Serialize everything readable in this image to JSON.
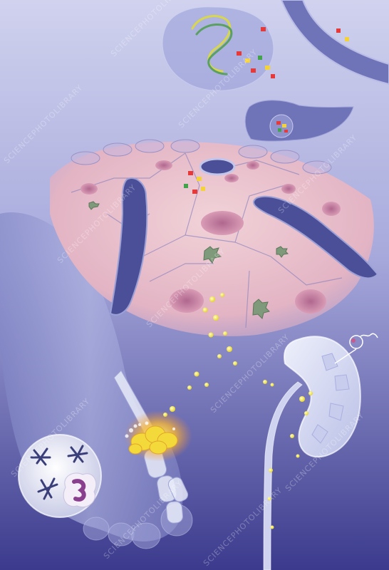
{
  "watermark": {
    "lines": [
      "SCIENCEPHOTOLIBRARY",
      "SCIENCEPHOTOLIBRARY",
      "SCIENCEPHOTOLIBRARY",
      "SCIENCEPHOTOLIBRARY",
      "SCIENCEPHOTOLIBRARY",
      "SCIENCEPHOTOLIBRARY",
      "SCIENCEPHOTOLIBRARY",
      "SCIENCEPHOTOLIBRARY",
      "SCIENCEPHOTOLIBRARY",
      "SCIENCEPHOTOLIBRARY",
      "SCIENCEPHOTOLIBRARY"
    ]
  },
  "colors": {
    "background_top": "#c9cbea",
    "background_bottom": "#3d3b8f",
    "tissue_pink": "#e8bcc8",
    "nucleus": "#c97f9e",
    "vessel": "#4b4f98",
    "urate_yellow": "#f4e04a",
    "crystal_dark": "#3a3f7a",
    "kidney": "#d9def3"
  }
}
